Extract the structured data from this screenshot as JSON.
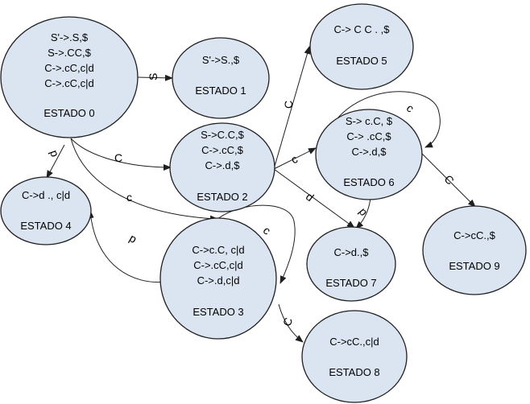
{
  "states": [
    {
      "id": "s0",
      "lines": [
        "S'->.S,$",
        "S->.CC,$",
        "C->.cC,c|d",
        "C->.cC,c|d"
      ],
      "name": "ESTADO 0"
    },
    {
      "id": "s1",
      "lines": [
        "S'->S.,$"
      ],
      "name": "ESTADO 1"
    },
    {
      "id": "s2",
      "lines": [
        "S->C.C,$",
        "C->.cC,$",
        "C->.d,$"
      ],
      "name": "ESTADO 2"
    },
    {
      "id": "s3",
      "lines": [
        "C->c.C, c|d",
        "C->.cC,c|d",
        "C->.d,c|d"
      ],
      "name": "ESTADO 3"
    },
    {
      "id": "s4",
      "lines": [
        "C->d ., c|d"
      ],
      "name": "ESTADO 4"
    },
    {
      "id": "s5",
      "lines": [
        "C-> C C . ,$"
      ],
      "name": "ESTADO 5"
    },
    {
      "id": "s6",
      "lines": [
        "S-> c.C, $",
        "C-> .cC,$",
        "C->.d,$"
      ],
      "name": "ESTADO 6"
    },
    {
      "id": "s7",
      "lines": [
        "C->d.,$"
      ],
      "name": "ESTADO 7"
    },
    {
      "id": "s8",
      "lines": [
        "C->cC.,c|d"
      ],
      "name": "ESTADO 8"
    },
    {
      "id": "s9",
      "lines": [
        "C->cC.,$"
      ],
      "name": "ESTADO 9"
    }
  ],
  "transitions": [
    {
      "from": "ESTADO 0",
      "to": "ESTADO 1",
      "label": "S"
    },
    {
      "from": "ESTADO 0",
      "to": "ESTADO 2",
      "label": "C"
    },
    {
      "from": "ESTADO 0",
      "to": "ESTADO 3",
      "label": "c"
    },
    {
      "from": "ESTADO 0",
      "to": "ESTADO 4",
      "label": "d"
    },
    {
      "from": "ESTADO 2",
      "to": "ESTADO 5",
      "label": "C"
    },
    {
      "from": "ESTADO 2",
      "to": "ESTADO 6",
      "label": "c"
    },
    {
      "from": "ESTADO 2",
      "to": "ESTADO 7",
      "label": "d"
    },
    {
      "from": "ESTADO 6",
      "to": "ESTADO 6",
      "label": "c"
    },
    {
      "from": "ESTADO 6",
      "to": "ESTADO 7",
      "label": "d"
    },
    {
      "from": "ESTADO 6",
      "to": "ESTADO 9",
      "label": "C"
    },
    {
      "from": "ESTADO 3",
      "to": "ESTADO 3",
      "label": "c"
    },
    {
      "from": "ESTADO 3",
      "to": "ESTADO 4",
      "label": "d"
    },
    {
      "from": "ESTADO 3",
      "to": "ESTADO 8",
      "label": "C"
    }
  ]
}
